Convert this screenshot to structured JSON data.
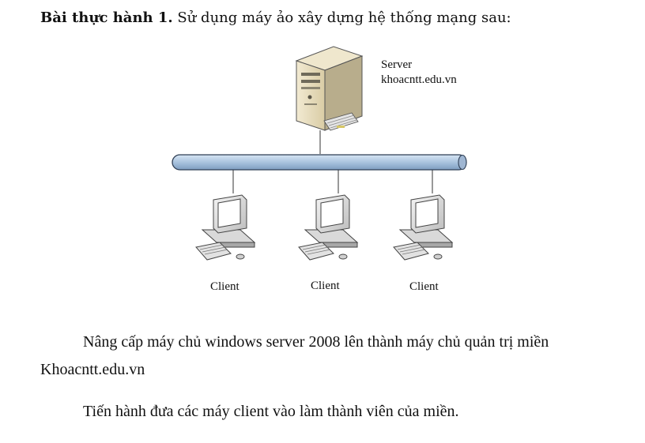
{
  "heading": {
    "bold": "Bài thực hành 1.",
    "text": " Sử dụng máy ảo xây dựng hệ thống mạng sau:"
  },
  "diagram": {
    "server_label": "Server",
    "server_domain": "khoacntt.edu.vn",
    "clients": [
      "Client",
      "Client",
      "Client"
    ],
    "icons": {
      "server": "server-tower-icon",
      "client": "desktop-computer-icon",
      "network": "network-bus-cable"
    }
  },
  "paragraphs": {
    "p1_line1": "Nâng cấp máy chủ windows server 2008 lên thành máy chủ quản trị miền",
    "p1_line2": "Khoacntt.edu.vn",
    "p2": "Tiến hành đưa các máy client vào làm thành viên của miền."
  }
}
